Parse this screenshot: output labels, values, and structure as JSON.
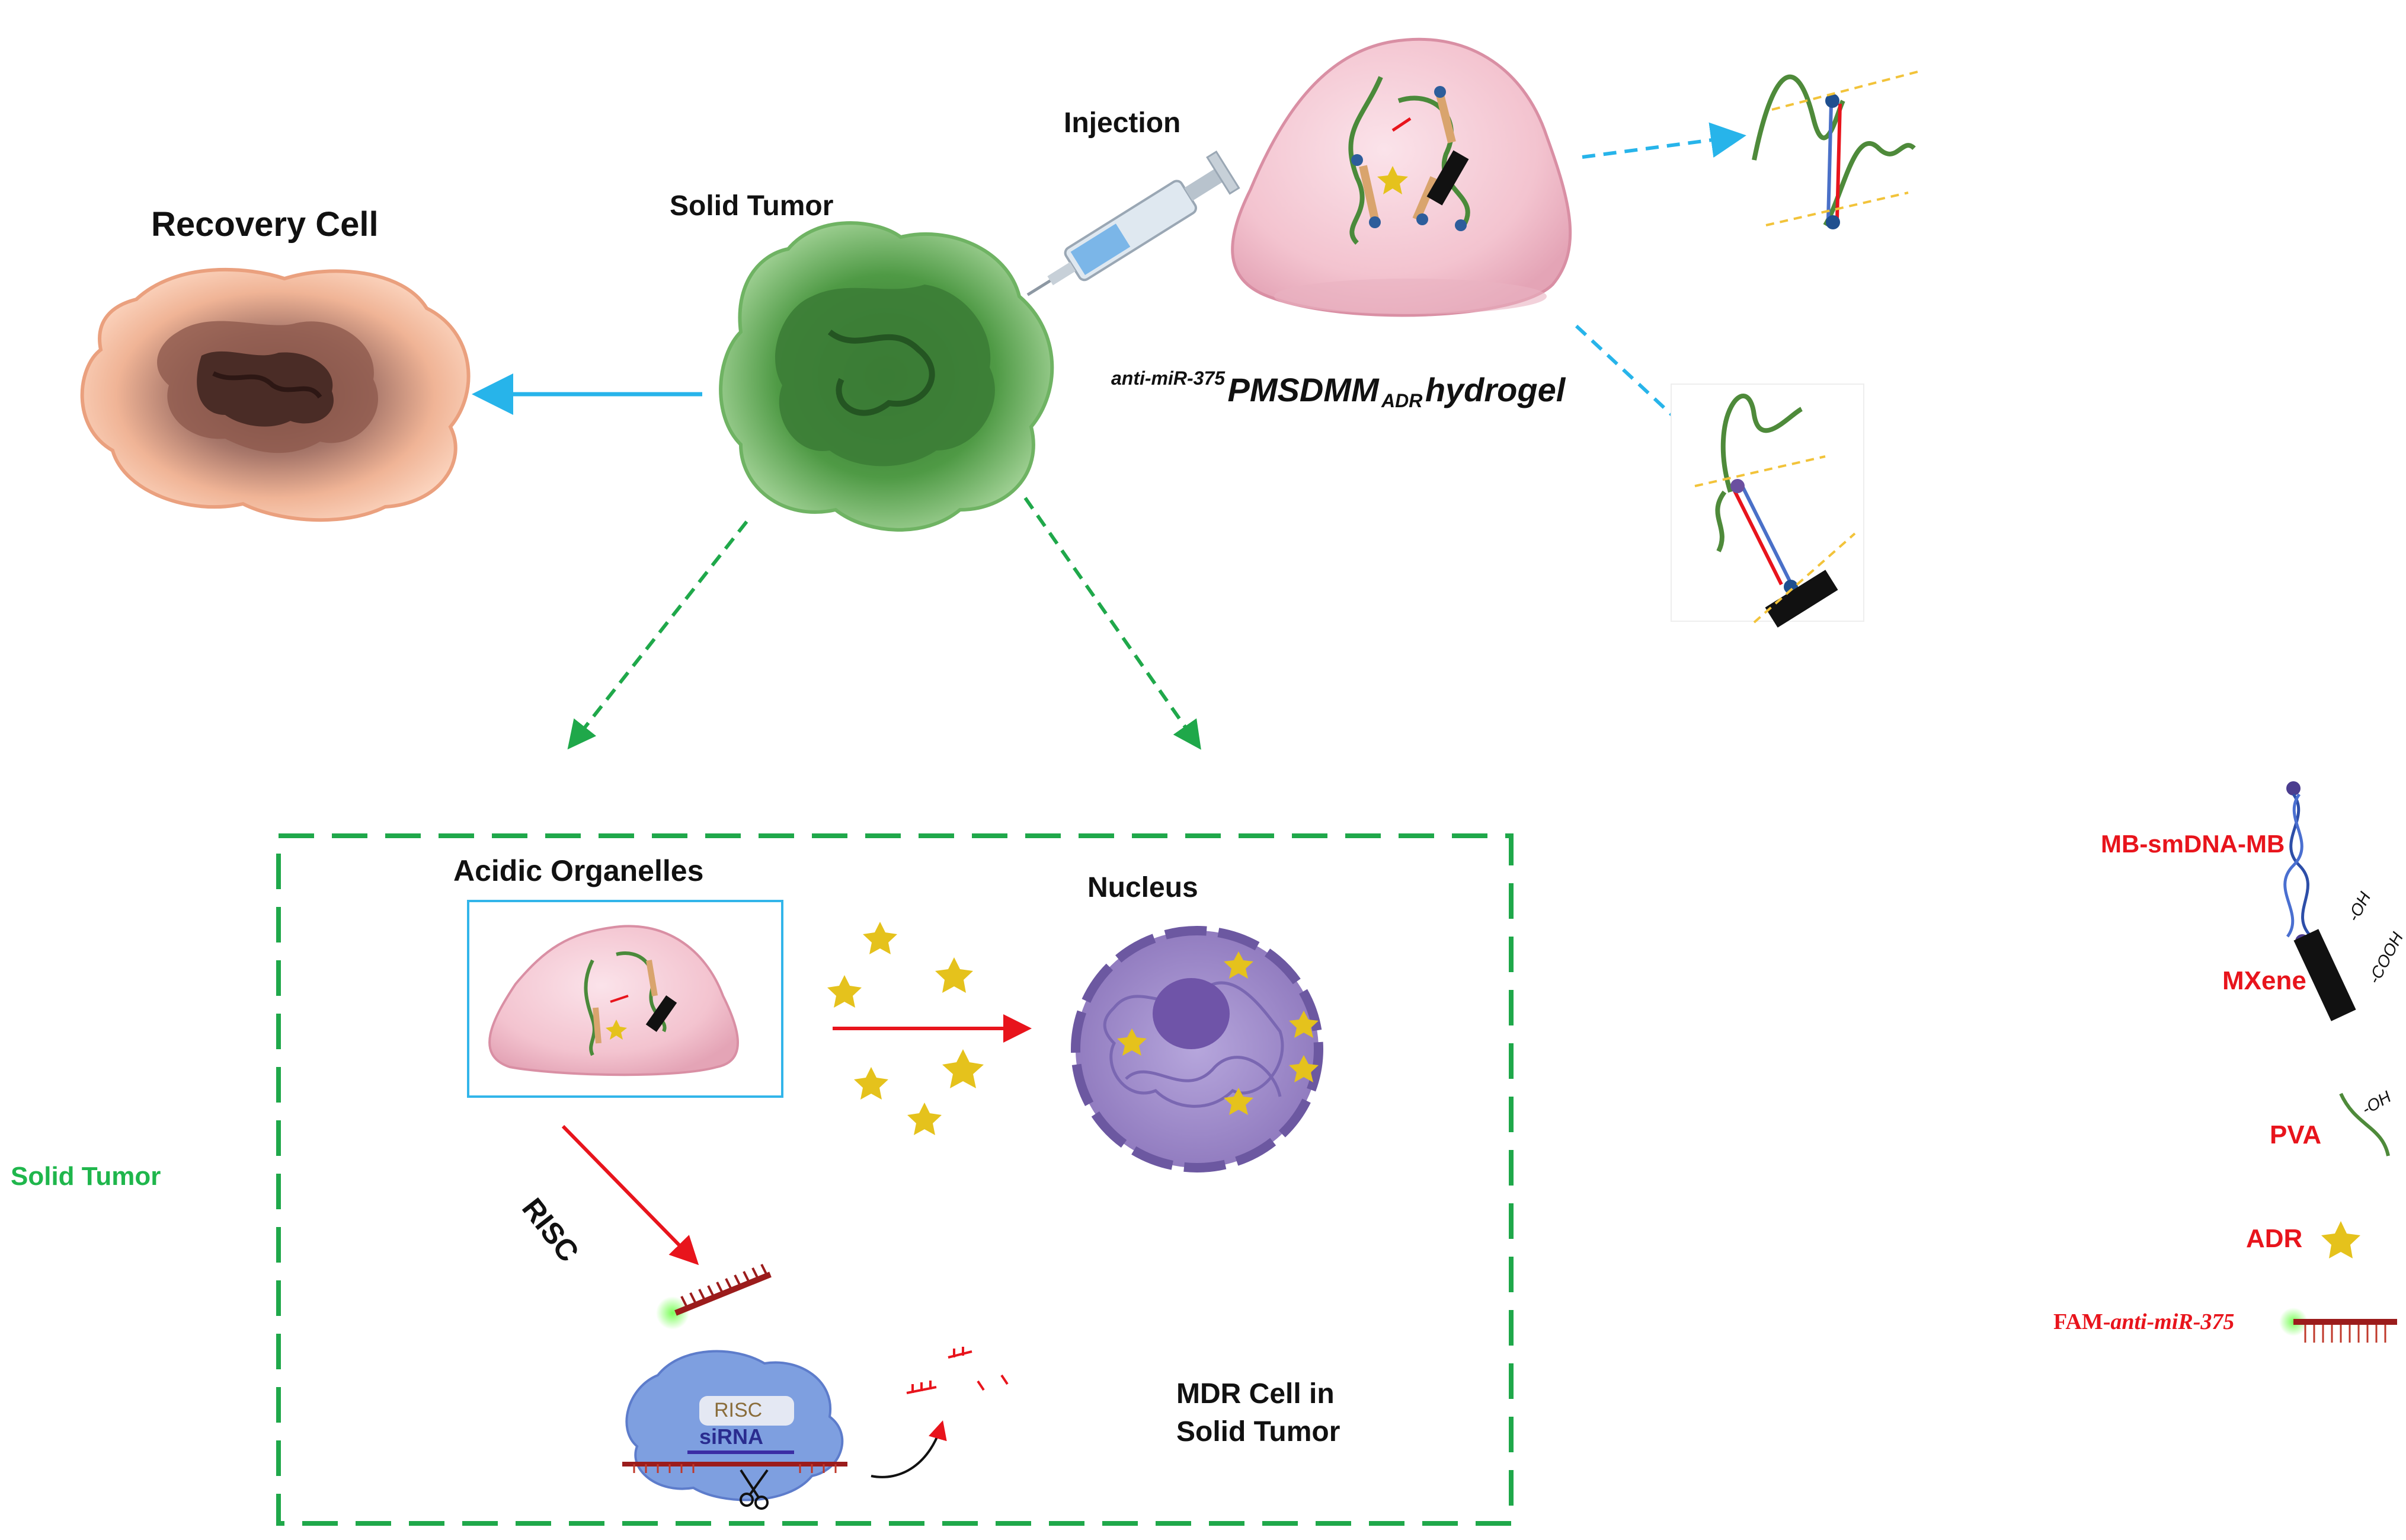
{
  "labels": {
    "recovery_cell": "Recovery Cell",
    "solid_tumor_top": "Solid Tumor",
    "injection": "Injection",
    "hydrogel_prefix": "anti-miR-375",
    "hydrogel_main": "PMSDMM",
    "hydrogel_sub": "ADR",
    "hydrogel_suffix": "hydrogel",
    "acidic_organelles": "Acidic Organelles",
    "nucleus": "Nucleus",
    "risc_arrow": "RISC",
    "risc_box": "RISC",
    "sirna": "siRNA",
    "mdr_line1": "MDR Cell in",
    "mdr_line2": "Solid Tumor",
    "solid_tumor_side": "Solid Tumor"
  },
  "legend": {
    "mb_smdna_mb": "MB-smDNA-MB",
    "mxene": "MXene",
    "oh": "-OH",
    "cooh": "-COOH",
    "pva": "PVA",
    "adr": "ADR",
    "fam_prefix": "FAM-",
    "fam_suffix": "anti-miR-375"
  },
  "colors": {
    "tumor_green": "#4f9a45",
    "recovery_orange": "#f6b898",
    "hydrogel_pink": "#f3c3cf",
    "nucleus_purple": "#9b86c7",
    "arrow_blue": "#27b4ea",
    "arrow_red": "#e8141c",
    "dash_green": "#1fa84a",
    "star_gold": "#e5c21c",
    "risc_blue": "#7e9fe0"
  }
}
